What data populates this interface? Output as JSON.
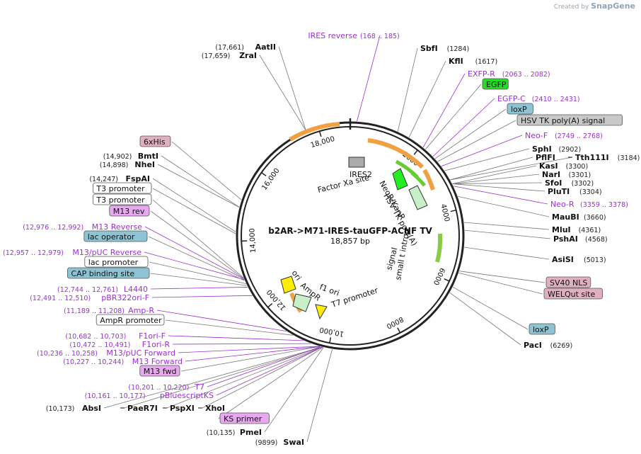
{
  "brand": {
    "created_by": "Created by",
    "app": "SnapGene"
  },
  "map": {
    "name": "b2AR->M71-IRES-tauGFP-ACNF TV",
    "length_label": "18,857 bp",
    "total_bp": 18857
  },
  "ticks": [
    {
      "pos": 2000,
      "label": "2000"
    },
    {
      "pos": 4000,
      "label": "4000"
    },
    {
      "pos": 6000,
      "label": "6000"
    },
    {
      "pos": 8000,
      "label": "8000"
    },
    {
      "pos": 10000,
      "label": "10,000"
    },
    {
      "pos": 12000,
      "label": "12,000"
    },
    {
      "pos": 14000,
      "label": "14,000"
    },
    {
      "pos": 16000,
      "label": "16,000"
    },
    {
      "pos": 18000,
      "label": "18,000"
    }
  ],
  "labels": [
    {
      "id": "ires-reverse",
      "kind": "primer",
      "name": "IRES reverse",
      "coord": "(168 .. 185)",
      "pos": 176
    },
    {
      "id": "sbfi",
      "kind": "enzyme",
      "name": "SbfI",
      "coord": "(1284)",
      "pos": 1284
    },
    {
      "id": "kfli",
      "kind": "enzyme",
      "name": "KflI",
      "coord": "(1617)",
      "pos": 1617
    },
    {
      "id": "exfp-r",
      "kind": "primer",
      "name": "EXFP-R",
      "coord": "(2063 .. 2082)",
      "pos": 2072
    },
    {
      "id": "egfp",
      "kind": "feature",
      "name": "EGFP",
      "color": "#22dd22",
      "pos": 2150
    },
    {
      "id": "egfp-c",
      "kind": "primer",
      "name": "EGFP-C",
      "coord": "(2410 .. 2431)",
      "pos": 2420
    },
    {
      "id": "loxp-1",
      "kind": "feature",
      "name": "loxP",
      "color": "#8ec3d4",
      "pos": 2500
    },
    {
      "id": "hsv-tk",
      "kind": "feature",
      "name": "HSV TK poly(A) signal",
      "color": "#c8c8c8",
      "pos": 2600
    },
    {
      "id": "neo-f",
      "kind": "primer",
      "name": "Neo-F",
      "coord": "(2749 .. 2768)",
      "pos": 2758
    },
    {
      "id": "sphi",
      "kind": "enzyme",
      "name": "SphI",
      "coord": "(2902)",
      "pos": 2902
    },
    {
      "id": "pflfi",
      "kind": "enzyme",
      "name": "PflFI",
      "pos": 3184
    },
    {
      "id": "tth111i",
      "kind": "enzyme",
      "name": "Tth111I",
      "coord": "(3184)",
      "pos": 3184
    },
    {
      "id": "kasi",
      "kind": "enzyme",
      "name": "KasI",
      "coord": "(3300)",
      "pos": 3300
    },
    {
      "id": "nari",
      "kind": "enzyme",
      "name": "NarI",
      "coord": "(3301)",
      "pos": 3301
    },
    {
      "id": "sfoi",
      "kind": "enzyme",
      "name": "SfoI",
      "coord": "(3302)",
      "pos": 3302
    },
    {
      "id": "pluti",
      "kind": "enzyme",
      "name": "PluTI",
      "coord": "(3304)",
      "pos": 3304
    },
    {
      "id": "neo-r",
      "kind": "primer",
      "name": "Neo-R",
      "coord": "(3359 .. 3378)",
      "pos": 3368
    },
    {
      "id": "maubi",
      "kind": "enzyme",
      "name": "MauBI",
      "coord": "(3660)",
      "pos": 3660
    },
    {
      "id": "mlui",
      "kind": "enzyme",
      "name": "MluI",
      "coord": "(4361)",
      "pos": 4361
    },
    {
      "id": "pshai",
      "kind": "enzyme",
      "name": "PshAI",
      "coord": "(4568)",
      "pos": 4568
    },
    {
      "id": "asisi",
      "kind": "enzyme",
      "name": "AsiSI",
      "coord": "(5013)",
      "pos": 5013
    },
    {
      "id": "sv40-nls",
      "kind": "feature",
      "name": "SV40 NLS",
      "color": "#e0b0c0",
      "pos": 5650
    },
    {
      "id": "welqut",
      "kind": "feature",
      "name": "WELQut site",
      "color": "#e0b0c0",
      "pos": 5700
    },
    {
      "id": "loxp-2",
      "kind": "feature",
      "name": "loxP",
      "color": "#8ec3d4",
      "pos": 6100
    },
    {
      "id": "paci",
      "kind": "enzyme",
      "name": "PacI",
      "coord": "(6269)",
      "pos": 6269
    },
    {
      "id": "swai",
      "kind": "enzyme",
      "name": "SwaI",
      "coord": "(9899)",
      "pos": 9899
    },
    {
      "id": "pmei",
      "kind": "enzyme",
      "name": "PmeI",
      "coord": "(10,135)",
      "pos": 10135
    },
    {
      "id": "ks-primer",
      "kind": "feature",
      "name": "KS primer",
      "color": "#e8a8f0",
      "pos": 10150
    },
    {
      "id": "absi",
      "kind": "enzyme",
      "name": "AbsI",
      "coord": "(10,173)",
      "pos": 10173
    },
    {
      "id": "paer7i",
      "kind": "enzyme",
      "name": "PaeR7I",
      "pos": 10173
    },
    {
      "id": "pspxi",
      "kind": "enzyme",
      "name": "PspXI",
      "pos": 10173
    },
    {
      "id": "xhoi",
      "kind": "enzyme",
      "name": "XhoI",
      "pos": 10173
    },
    {
      "id": "pbluescriptks",
      "kind": "primer",
      "name": "pBluescriptKS",
      "coord": "(10,161 .. 10,177)",
      "pos": 10169
    },
    {
      "id": "t7",
      "kind": "primer",
      "name": "T7",
      "coord": "(10,201 .. 10,220)",
      "pos": 10210
    },
    {
      "id": "m13-fwd",
      "kind": "feature",
      "name": "M13 fwd",
      "color": "#e8a8f0",
      "pos": 10230
    },
    {
      "id": "m13-forward",
      "kind": "primer",
      "name": "M13 Forward",
      "coord": "(10,227 .. 10,244)",
      "pos": 10235
    },
    {
      "id": "m13-puc-forward",
      "kind": "primer",
      "name": "M13/pUC Forward",
      "coord": "(10,236 .. 10,258)",
      "pos": 10247
    },
    {
      "id": "f1ori-r",
      "kind": "primer",
      "name": "F1ori-R",
      "coord": "(10,472 .. 10,491)",
      "pos": 10481
    },
    {
      "id": "f1ori-f",
      "kind": "primer",
      "name": "F1ori-F",
      "coord": "(10,682 .. 10,703)",
      "pos": 10692
    },
    {
      "id": "ampr-promoter",
      "kind": "feature",
      "name": "AmpR promoter",
      "color": "#ffffff",
      "pos": 11000
    },
    {
      "id": "amp-r",
      "kind": "primer",
      "name": "Amp-R",
      "coord": "(11,189 .. 11,208)",
      "pos": 11198
    },
    {
      "id": "pbr322ori-f",
      "kind": "primer",
      "name": "pBR322ori-F",
      "coord": "(12,491 .. 12,510)",
      "pos": 12500
    },
    {
      "id": "l4440",
      "kind": "primer",
      "name": "L4440",
      "coord": "(12,744 .. 12,761)",
      "pos": 12752
    },
    {
      "id": "cap-binding",
      "kind": "feature",
      "name": "CAP binding site",
      "color": "#8ec3d4",
      "pos": 12800
    },
    {
      "id": "lac-promoter",
      "kind": "feature",
      "name": "lac promoter",
      "color": "#ffffff",
      "pos": 12850
    },
    {
      "id": "m13-puc-reverse",
      "kind": "primer",
      "name": "M13/pUC Reverse",
      "coord": "(12,957 .. 12,979)",
      "pos": 12968
    },
    {
      "id": "lac-operator",
      "kind": "feature",
      "name": "lac operator",
      "color": "#8ec3d4",
      "pos": 12940
    },
    {
      "id": "m13-reverse",
      "kind": "primer",
      "name": "M13 Reverse",
      "coord": "(12,976 .. 12,992)",
      "pos": 12984
    },
    {
      "id": "m13-rev",
      "kind": "feature",
      "name": "M13 rev",
      "color": "#e8a8f0",
      "pos": 12990
    },
    {
      "id": "t3-promoter-1",
      "kind": "feature",
      "name": "T3 promoter",
      "color": "#ffffff",
      "pos": 13020
    },
    {
      "id": "t3-promoter-2",
      "kind": "feature",
      "name": "T3 promoter",
      "color": "#ffffff",
      "pos": 14200
    },
    {
      "id": "fspai",
      "kind": "enzyme",
      "name": "FspAI",
      "coord": "(14,247)",
      "pos": 14247
    },
    {
      "id": "nhei",
      "kind": "enzyme",
      "name": "NheI",
      "coord": "(14,898)",
      "pos": 14898
    },
    {
      "id": "bmti",
      "kind": "enzyme",
      "name": "BmtI",
      "coord": "(14,902)",
      "pos": 14902
    },
    {
      "id": "6xhis",
      "kind": "feature",
      "name": "6xHis",
      "color": "#e0b0c0",
      "pos": 15100
    },
    {
      "id": "zrai",
      "kind": "enzyme",
      "name": "ZraI",
      "coord": "(17,659)",
      "pos": 17659
    },
    {
      "id": "aatii",
      "kind": "enzyme",
      "name": "AatII",
      "coord": "(17,661)",
      "pos": 17661
    }
  ],
  "inner_labels": {
    "ires2": "IRES2",
    "factor_xa": "Factor Xa site",
    "neor": "NeoR/KanR",
    "hsv_tk": "HSV TK poly(A)",
    "small_t": "small t intron",
    "signal": "signal",
    "ori": "ori",
    "ampr": "AmpR",
    "f1ori": "f1 ori",
    "t7_promoter": "T7 promoter"
  },
  "colors": {
    "primer": "#9b30d0",
    "orange_feature": "#f0a040",
    "green_feature": "#22ee22",
    "light_green": "#c8f0c8",
    "yellow_feature": "#ffee00",
    "gray_feature": "#bbbbbb"
  }
}
